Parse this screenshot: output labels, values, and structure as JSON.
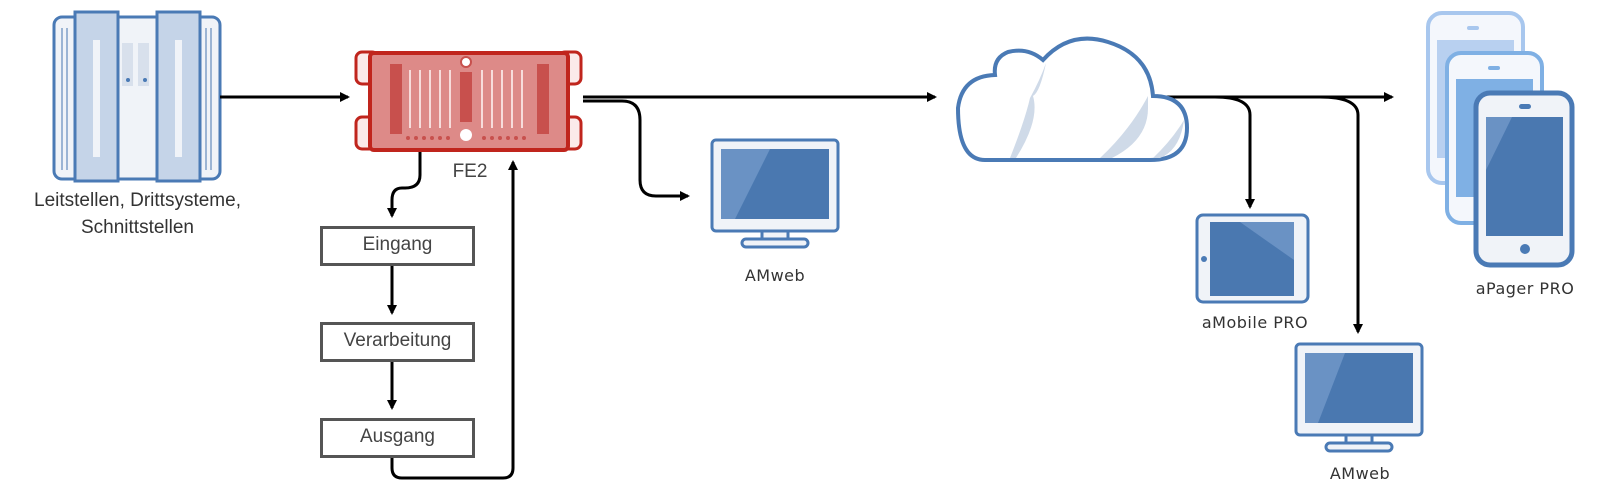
{
  "nodes": {
    "sources": {
      "label_line1": "Leitstellen, Drittsysteme,",
      "label_line2": "Schnittstellen",
      "icon": "server-rack-icon"
    },
    "fe2": {
      "label": "FE2",
      "icon": "server-appliance-icon",
      "color": "#c0251d"
    },
    "pipeline": [
      "Eingang",
      "Verarbeitung",
      "Ausgang"
    ],
    "amweb_local": {
      "label": "AMweb",
      "icon": "monitor-icon"
    },
    "cloud": {
      "icon": "cloud-icon"
    },
    "amobile": {
      "label": "aMobile PRO",
      "icon": "tablet-icon"
    },
    "amweb_remote": {
      "label": "AMweb",
      "icon": "monitor-icon"
    },
    "apager": {
      "label": "aPager PRO",
      "icon": "smartphones-icon"
    }
  },
  "colors": {
    "blue": "#4a7ab5",
    "blue_fill": "#4a78b0",
    "red": "#c0251d",
    "arrow": "#000000"
  }
}
